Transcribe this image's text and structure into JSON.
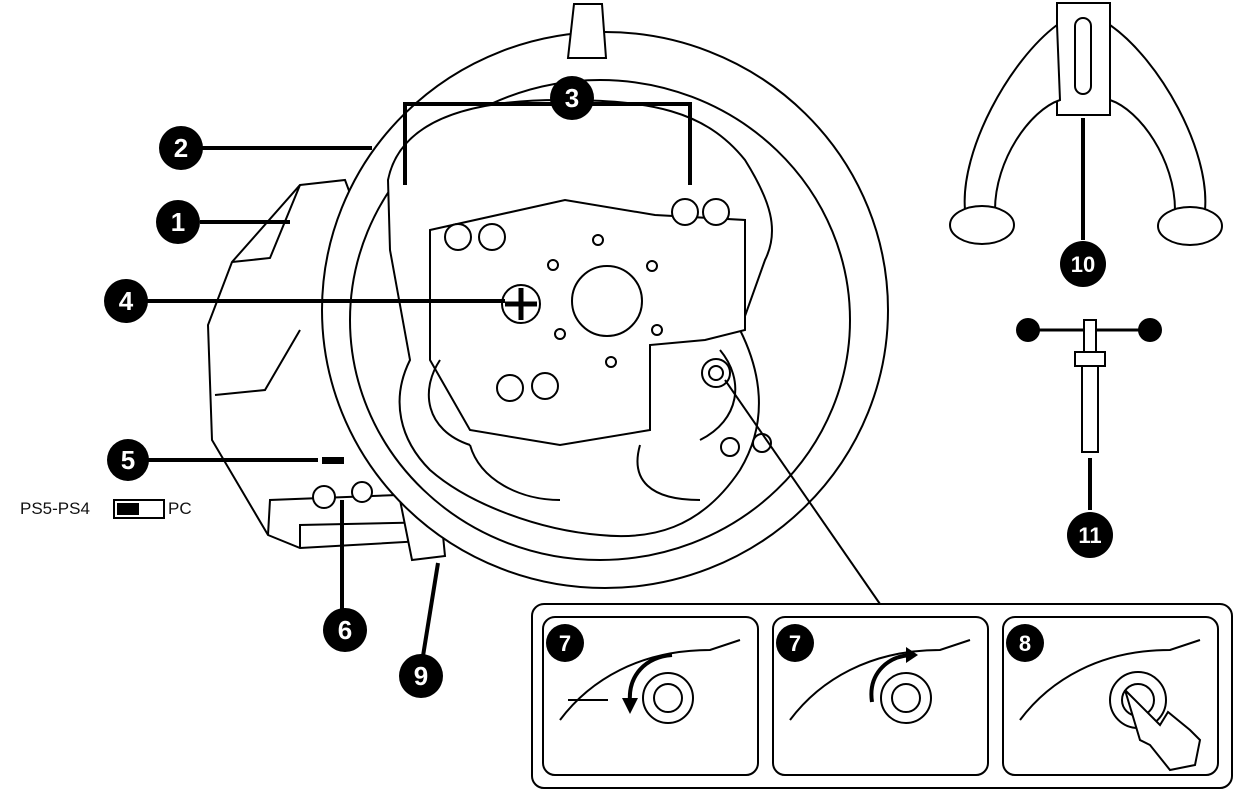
{
  "diagram": {
    "callouts": [
      "1",
      "2",
      "3",
      "4",
      "5",
      "6",
      "7",
      "8",
      "9",
      "10",
      "11"
    ],
    "switch_label_left": "PS5-PS4",
    "switch_label_right": "PC",
    "colors": {
      "ink": "#000000",
      "paper": "#ffffff"
    }
  }
}
